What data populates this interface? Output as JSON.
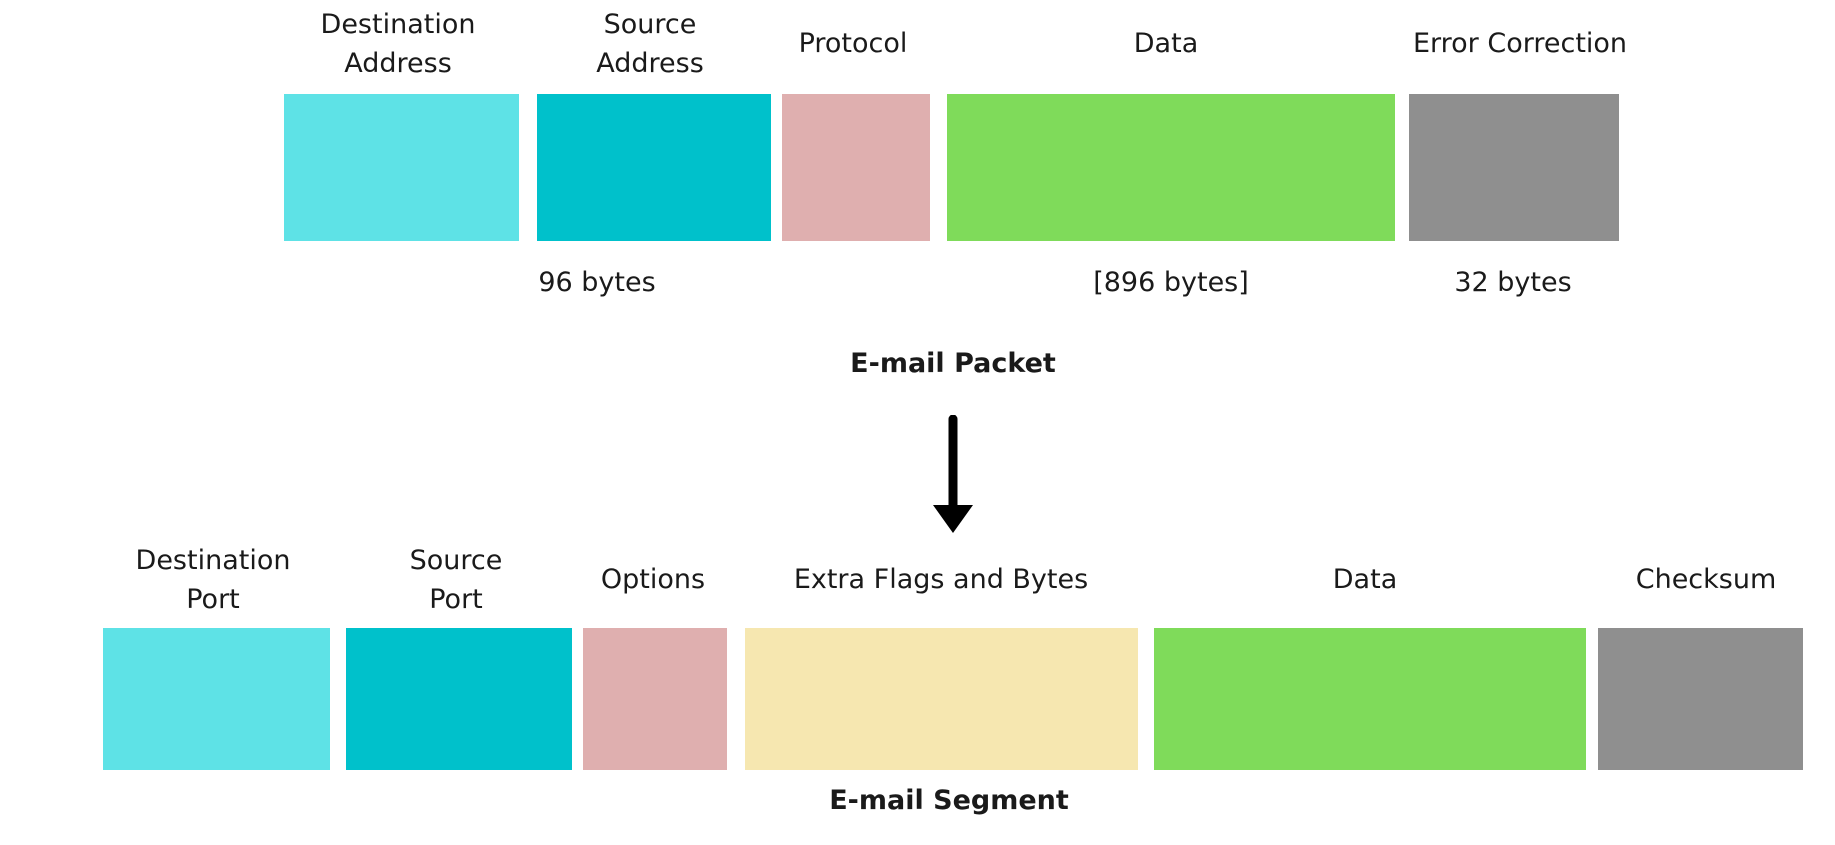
{
  "colors": {
    "address_light": "#5ee2e6",
    "address_dark": "#00c1cb",
    "protocol": "#dfafaf",
    "extra": "#f6e7b0",
    "data": "#7fdb5a",
    "error": "#8f8f8f",
    "arrow": "#000000"
  },
  "packet": {
    "caption": "E-mail Packet",
    "fields": [
      {
        "label": "Destination\nAddress",
        "color": "address_light"
      },
      {
        "label": "Source\nAddress",
        "color": "address_dark"
      },
      {
        "label": "Protocol",
        "color": "protocol"
      },
      {
        "label": "Data",
        "color": "data"
      },
      {
        "label": "Error Correction",
        "color": "error"
      }
    ],
    "sizes": {
      "address": "96 bytes",
      "data": "[896 bytes]",
      "error": "32 bytes"
    }
  },
  "segment": {
    "caption": "E-mail Segment",
    "fields": [
      {
        "label": "Destination\nPort",
        "color": "address_light"
      },
      {
        "label": "Source\nPort",
        "color": "address_dark"
      },
      {
        "label": "Options",
        "color": "protocol"
      },
      {
        "label": "Extra Flags and Bytes",
        "color": "extra"
      },
      {
        "label": "Data",
        "color": "data"
      },
      {
        "label": "Checksum",
        "color": "error"
      }
    ]
  },
  "arrow_icon": "down-arrow-icon"
}
